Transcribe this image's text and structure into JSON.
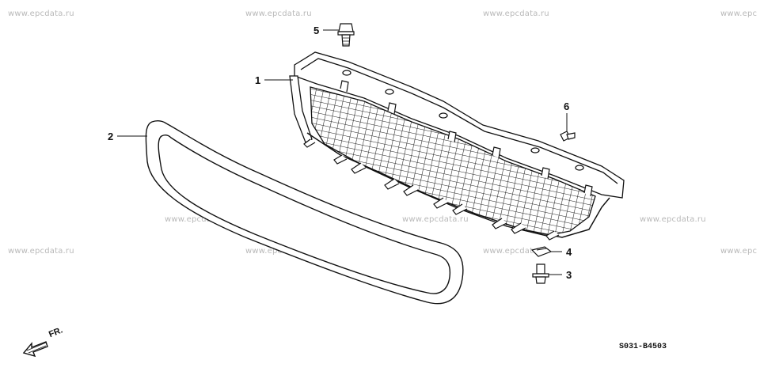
{
  "watermark": "www.epcdata.ru",
  "watermark_partial": "www.epc",
  "callouts": [
    "1",
    "2",
    "3",
    "4",
    "5",
    "6"
  ],
  "front_label": "FR.",
  "diagram_code": "S031-B4503"
}
